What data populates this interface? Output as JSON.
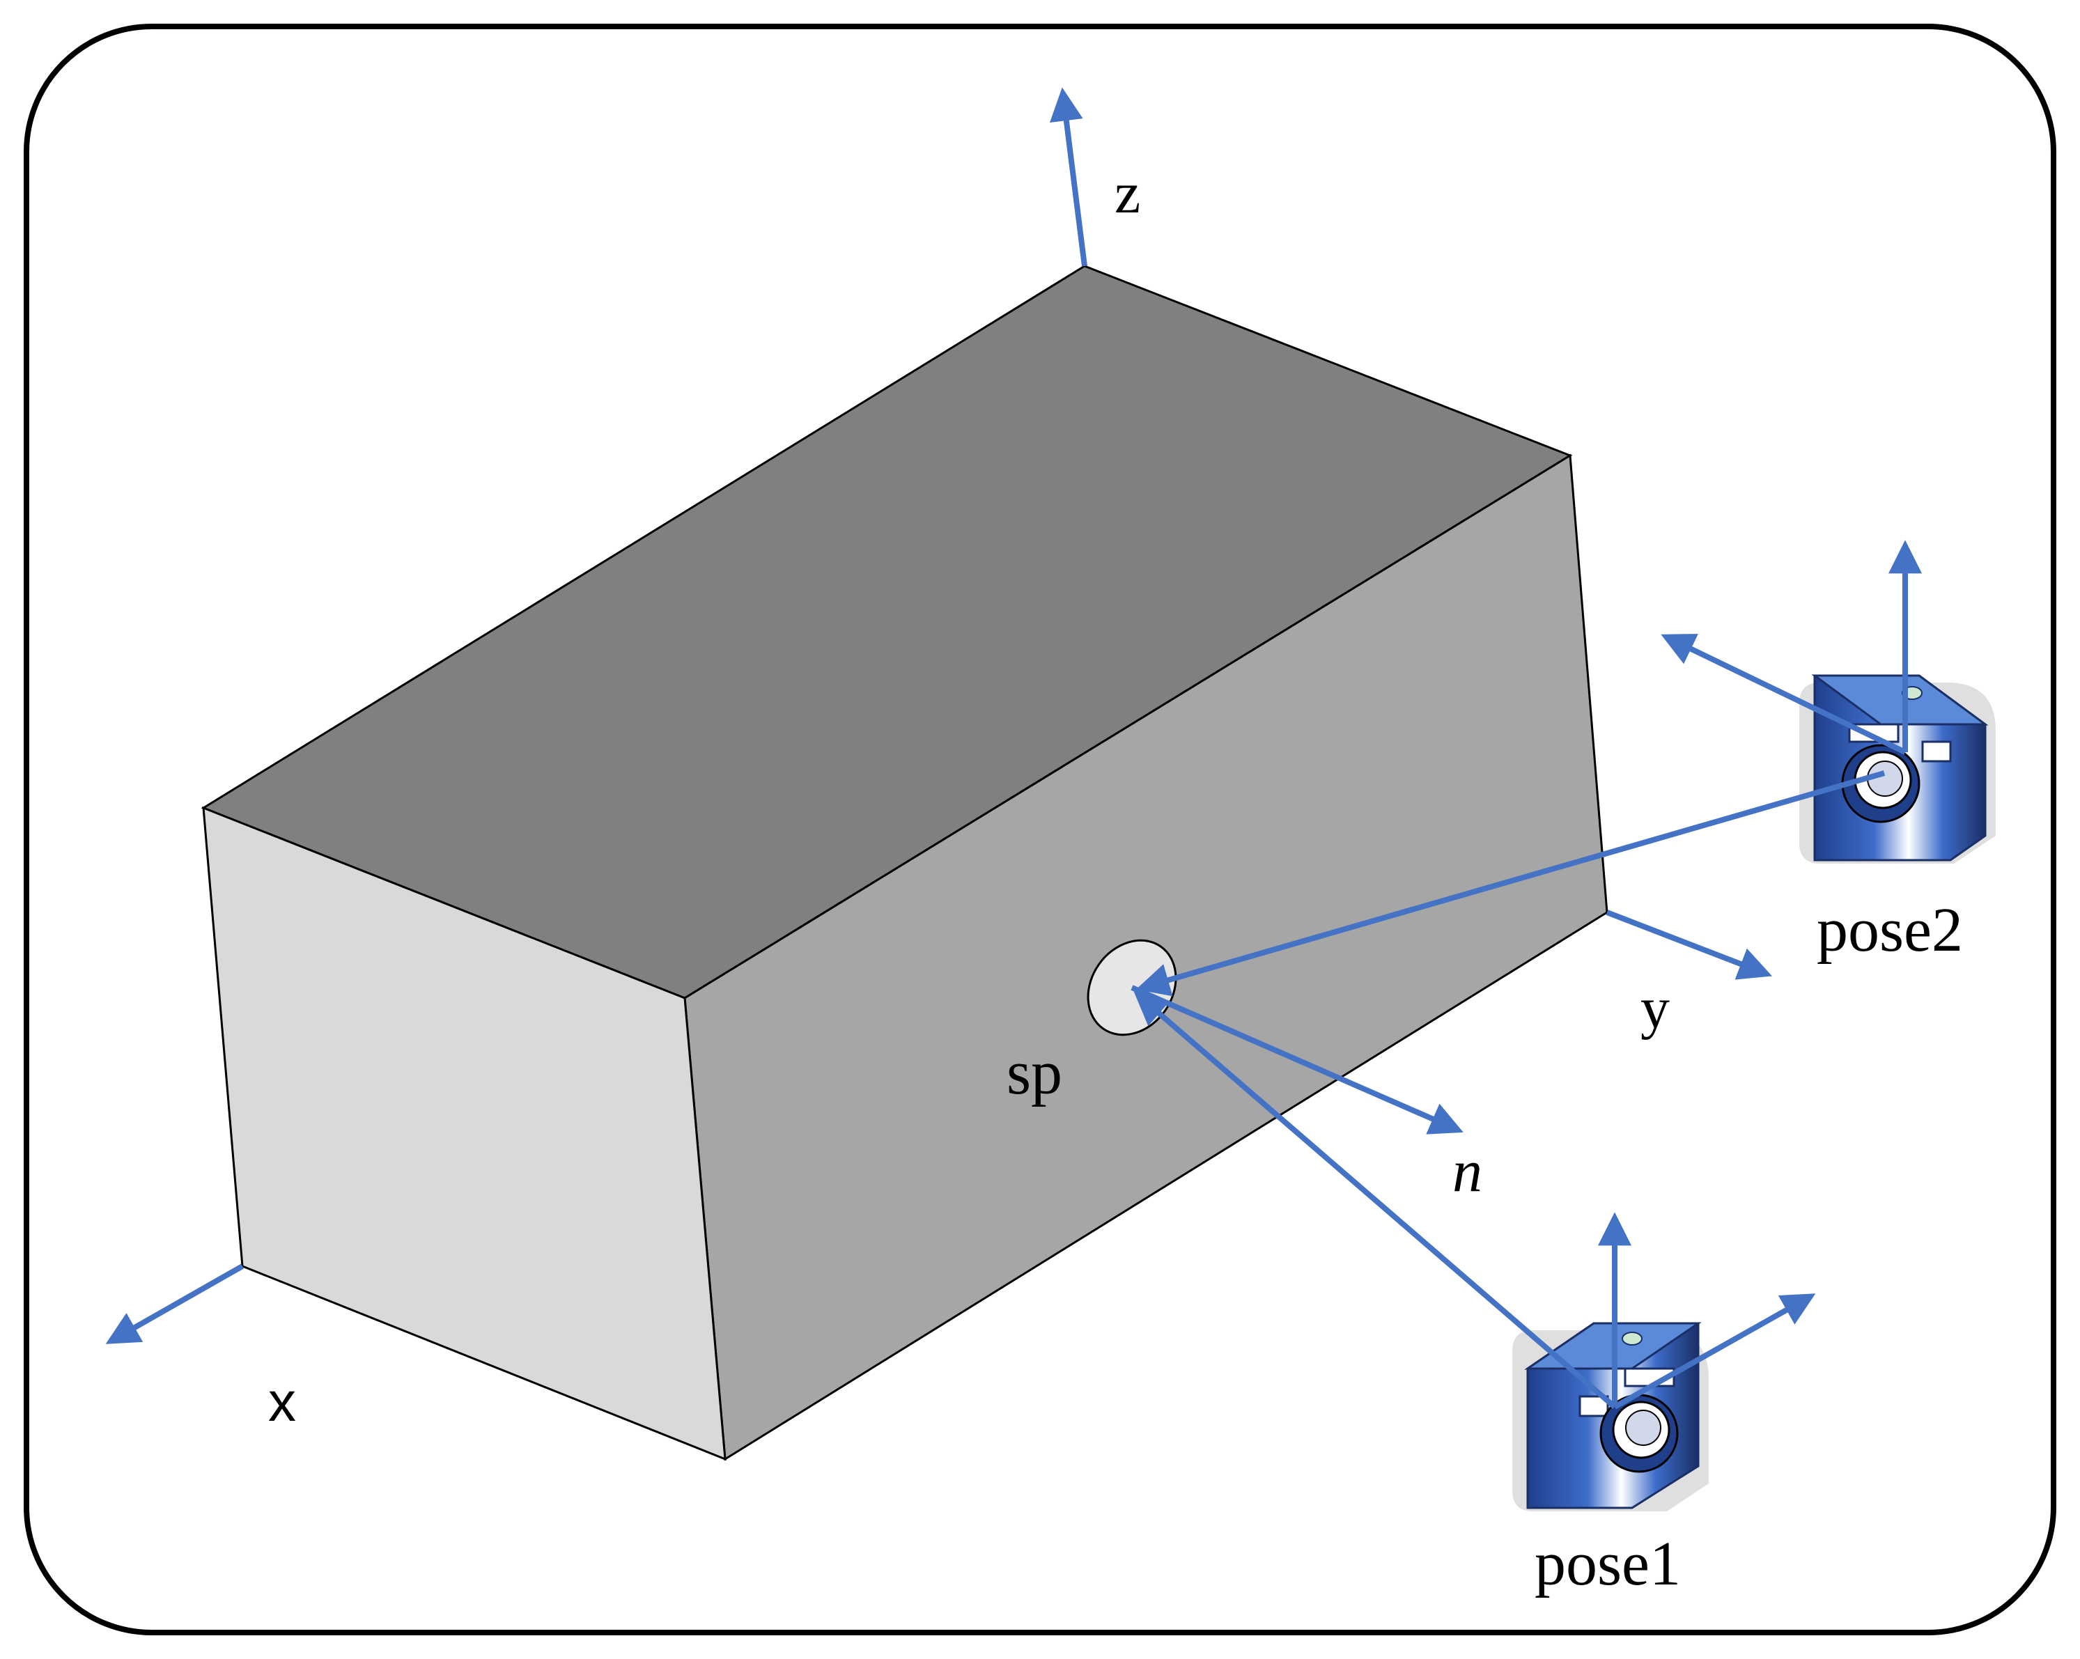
{
  "labels": {
    "z": "z",
    "y": "y",
    "x": "x",
    "sp": "sp",
    "n": "n",
    "pose1": "pose1",
    "pose2": "pose2"
  },
  "colors": {
    "arrow": "#4472c4",
    "top_face": "#808080",
    "front_face": "#a6a6a6",
    "side_face": "#d9d9d9",
    "spot": "#e6e6e6",
    "border": "#000000"
  },
  "icons": {
    "camera_pose1": "camera-icon",
    "camera_pose2": "camera-icon"
  }
}
